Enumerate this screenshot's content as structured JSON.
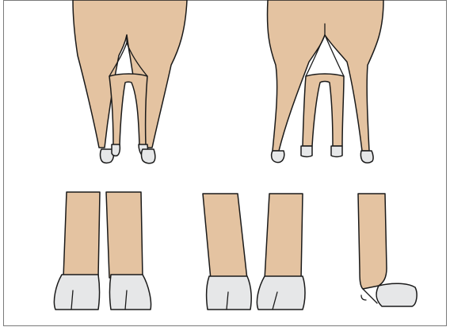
{
  "colors": {
    "skin": "#e4c3a1",
    "hoof": "#e6e7e8",
    "outline": "#1a1a1a",
    "frame": "#7a7a7a",
    "background": "#ffffff"
  },
  "panels": [
    {
      "name": "rear-view-hind-legs-narrow",
      "legs": 4
    },
    {
      "name": "rear-view-hind-legs-splayed",
      "legs": 4
    },
    {
      "name": "front-view-hoof-pair-straight",
      "hooves": 2
    },
    {
      "name": "front-view-hoof-pair-angled",
      "hooves": 2
    },
    {
      "name": "side-view-single-leg-hoof",
      "hooves": 1
    }
  ]
}
